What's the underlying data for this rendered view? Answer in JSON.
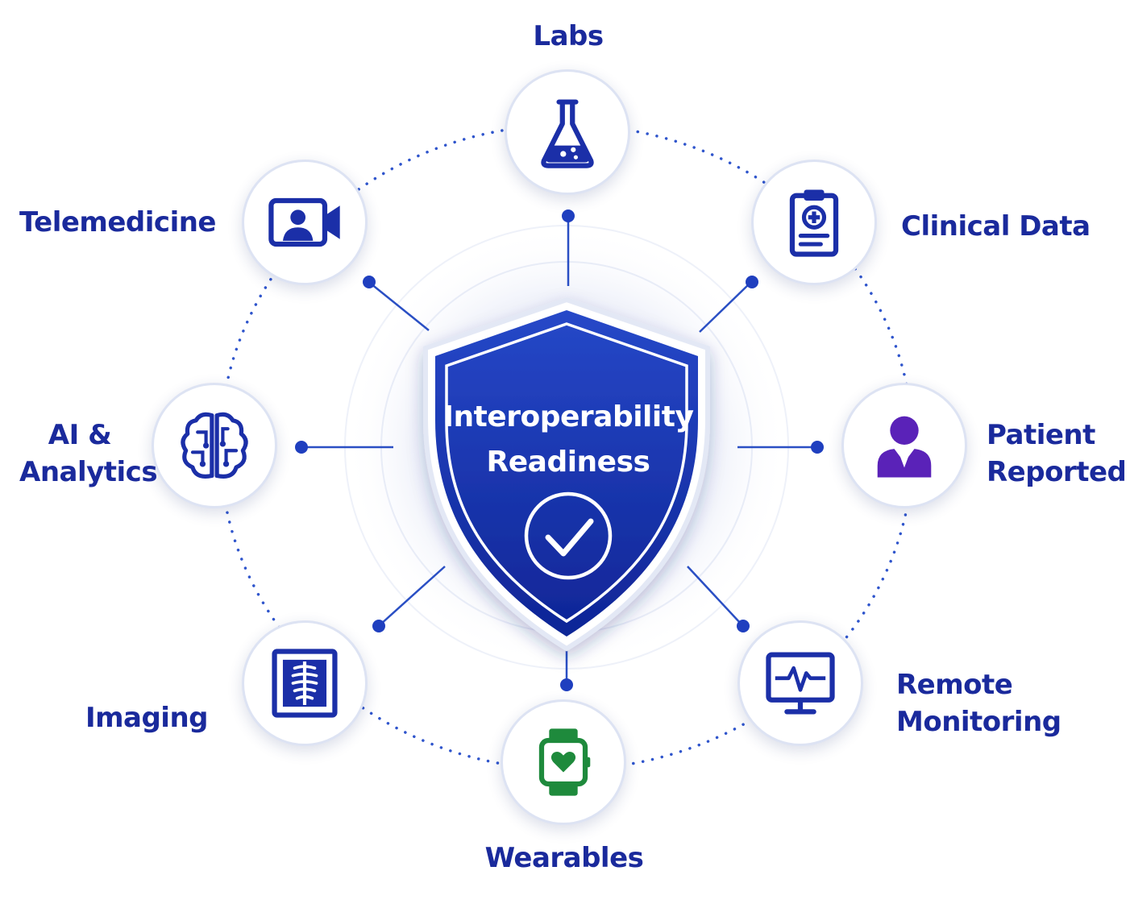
{
  "center": {
    "title_line1": "Interoperability",
    "title_line2": "Readiness",
    "icon": "check-circle-icon"
  },
  "nodes": [
    {
      "id": "labs",
      "lines": [
        "Labs"
      ],
      "icon": "flask-icon",
      "color": "#1b2fa8"
    },
    {
      "id": "clinical-data",
      "lines": [
        "Clinical Data"
      ],
      "icon": "clipboard-plus-icon",
      "color": "#1b2fa8"
    },
    {
      "id": "patient-reported",
      "lines": [
        "Patient",
        "Reported"
      ],
      "icon": "person-icon",
      "color": "#5a22b8"
    },
    {
      "id": "remote-monitoring",
      "lines": [
        "Remote",
        "Monitoring"
      ],
      "icon": "heart-monitor-icon",
      "color": "#1b2fa8"
    },
    {
      "id": "wearables",
      "lines": [
        "Wearables"
      ],
      "icon": "smartwatch-heart-icon",
      "color": "#1e8a3c"
    },
    {
      "id": "imaging",
      "lines": [
        "Imaging"
      ],
      "icon": "xray-icon",
      "color": "#1b2fa8"
    },
    {
      "id": "ai-analytics",
      "lines": [
        "AI &",
        "Analytics"
      ],
      "icon": "brain-icon",
      "color": "#1b2fa8"
    },
    {
      "id": "telemedicine",
      "lines": [
        "Telemedicine"
      ],
      "icon": "video-camera-person-icon",
      "color": "#1b2fa8"
    }
  ],
  "colors": {
    "accent": "#1a2a9c",
    "shield": "#1838b4",
    "connector": "#2a4fc4"
  }
}
